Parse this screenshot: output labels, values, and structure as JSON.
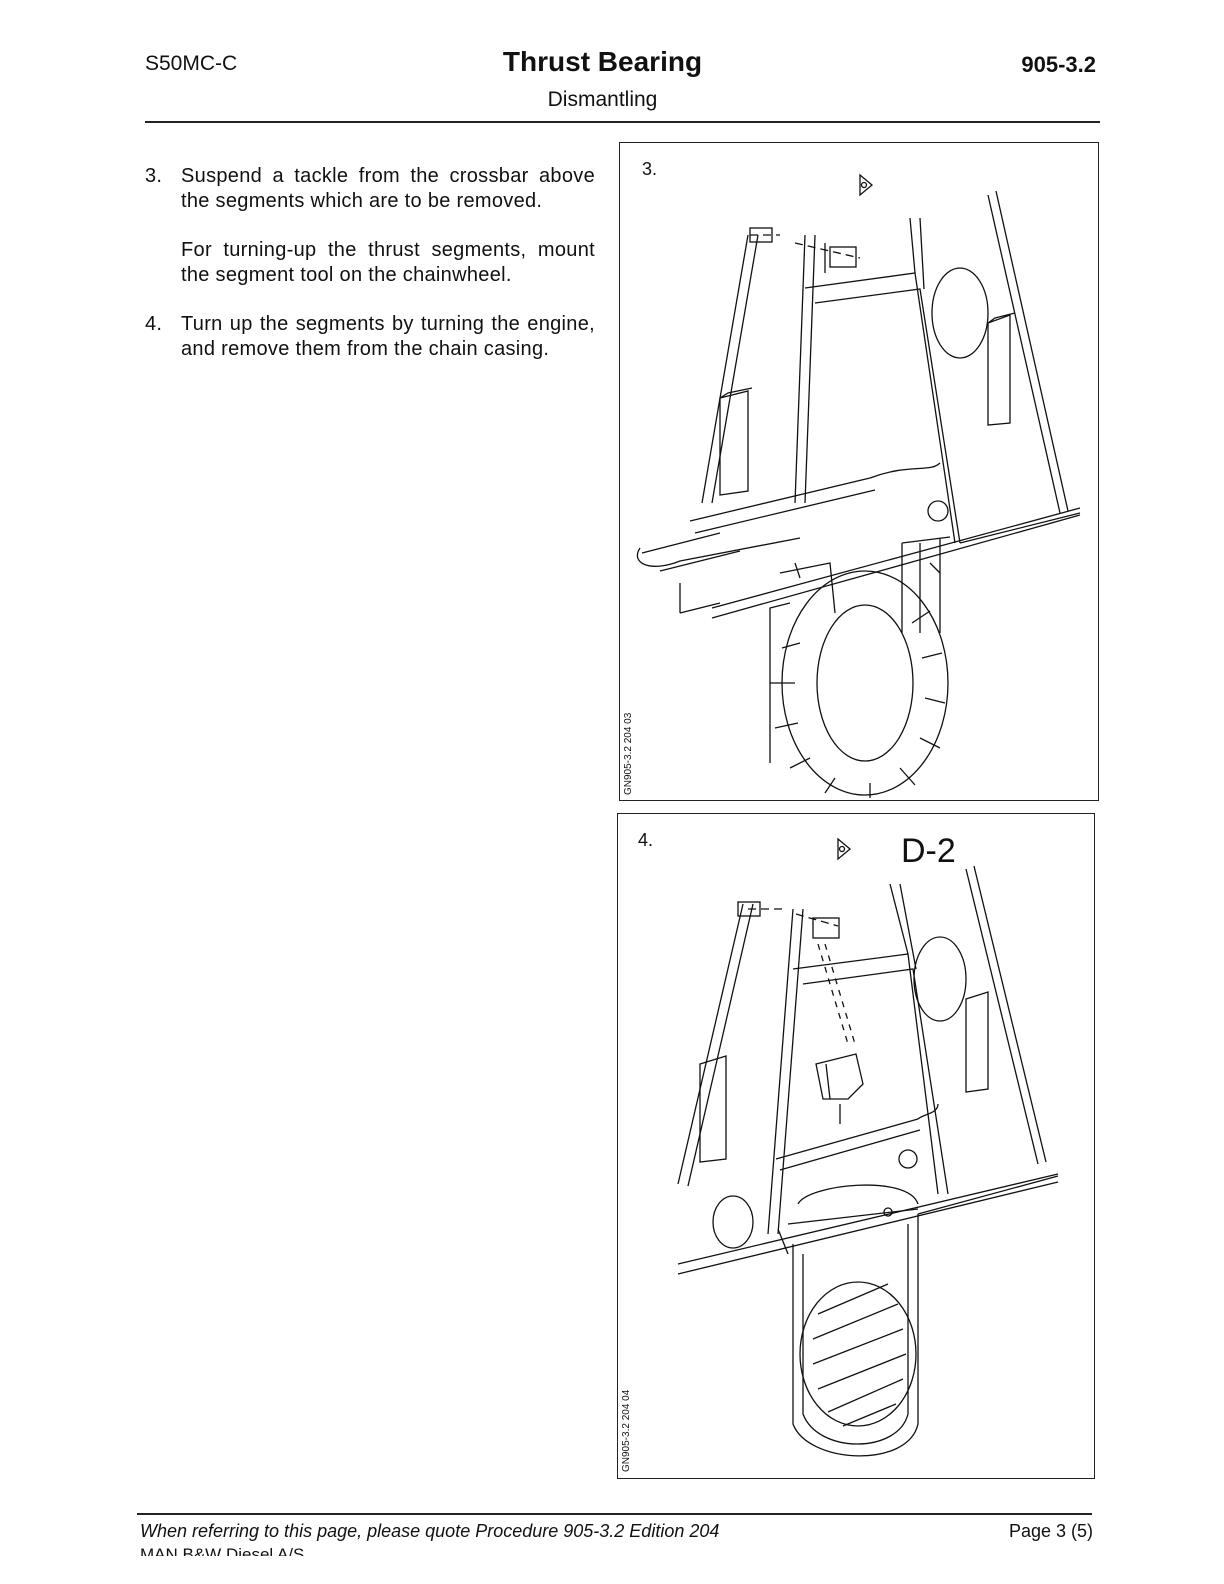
{
  "header": {
    "engine": "S50MC-C",
    "title": "Thrust Bearing",
    "subtitle": "Dismantling",
    "procedure": "905-3.2"
  },
  "steps": [
    {
      "number": "3.",
      "text": "Suspend a tackle from the crossbar above the segments which are to be removed."
    },
    {
      "number": "",
      "text": "For turning-up the thrust segments, mount the segment tool on the chainwheel."
    },
    {
      "number": "4.",
      "text": "Turn up the segments by turning the en­gine, and remove them from the chain cas­ing."
    }
  ],
  "figures": [
    {
      "label": "3.",
      "code": "GN905-3.2 204 03",
      "tag": ""
    },
    {
      "label": "4.",
      "code": "GN905-3.2 204 04",
      "tag": "D-2"
    }
  ],
  "footer": {
    "reference": "When referring to this page, please quote Procedure 905-3.2 Edition 204",
    "page": "Page 3 (5)",
    "company": "MAN B&W Diesel A/S"
  }
}
